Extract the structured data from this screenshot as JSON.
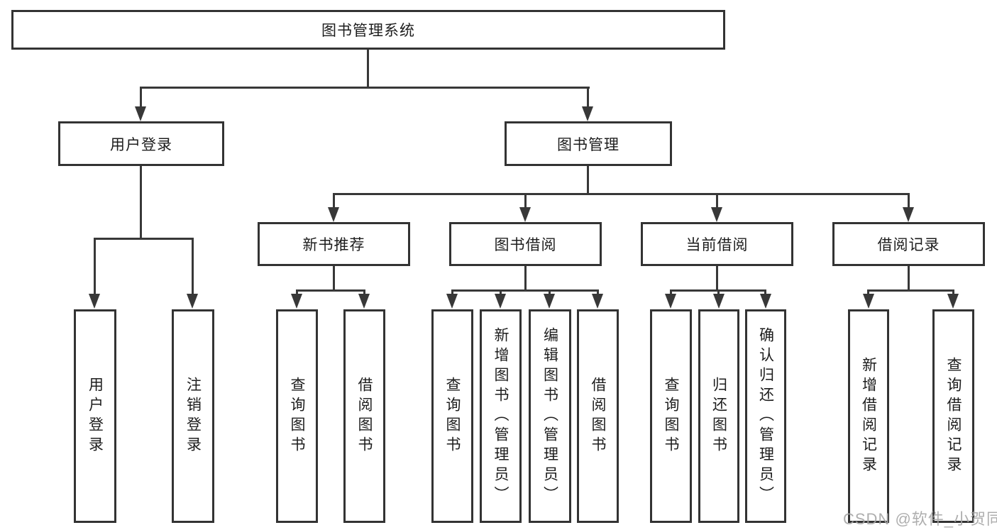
{
  "diagram_type": "hierarchy-tree",
  "nodes": {
    "root": "图书管理系统",
    "user_login": "用户登录",
    "book_mgmt": "图书管理",
    "new_books": "新书推荐",
    "book_borrow": "图书借阅",
    "current_borrow": "当前借阅",
    "borrow_records": "借阅记录",
    "ul_login": "用户登录",
    "ul_logout": "注销登录",
    "nb_query": "查询图书",
    "nb_borrow": "借阅图书",
    "bb_query": "查询图书",
    "bb_add": "新增图书（管理员）",
    "bb_edit": "编辑图书（管理员）",
    "bb_borrow": "借阅图书",
    "cb_query": "查询图书",
    "cb_return": "归还图书",
    "cb_confirm": "确认归还（管理员）",
    "br_add": "新增借阅记录",
    "br_query": "查询借阅记录"
  },
  "watermark": "CSDN @软件_小贺同学",
  "colors": {
    "line": "#383838",
    "border": "#333333",
    "text": "#1d1d1d",
    "watermark": "#a5a5a5",
    "background": "#ffffff"
  }
}
